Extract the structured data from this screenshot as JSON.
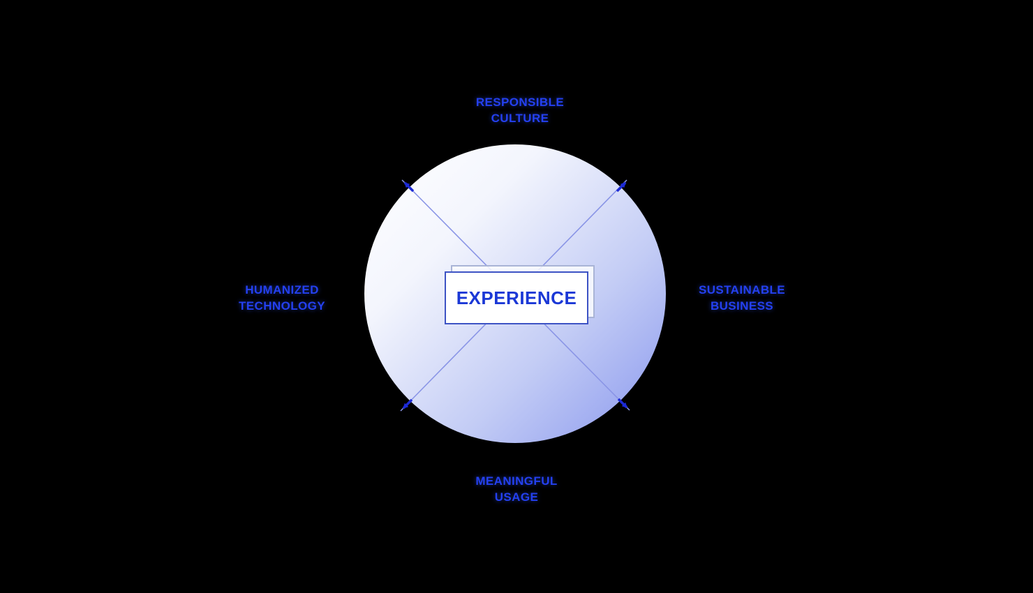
{
  "diagram": {
    "title": "Experience model diagram",
    "center": {
      "label": "EXPERIENCE"
    },
    "nodes": [
      {
        "position": "top",
        "line1": "RESPONSIBLE",
        "line2": "CULTURE"
      },
      {
        "position": "right",
        "line1": "SUSTAINABLE",
        "line2": "BUSINESS"
      },
      {
        "position": "bottom",
        "line1": "MEANINGFUL",
        "line2": "USAGE"
      },
      {
        "position": "left",
        "line1": "HUMANIZED",
        "line2": "TECHNOLOGY"
      }
    ],
    "colors": {
      "background": "#000000",
      "label_text": "#2440f0",
      "center_text": "#1b38d6",
      "connector_line": "#8a95e6",
      "arrowhead": "#1c2ad6",
      "circle_gradient_start": "#ffffff",
      "circle_gradient_end": "#8b99ee",
      "card_border": "#3d53c4",
      "card_back_border": "#a9b4d6",
      "card_background": "#ffffff"
    }
  }
}
